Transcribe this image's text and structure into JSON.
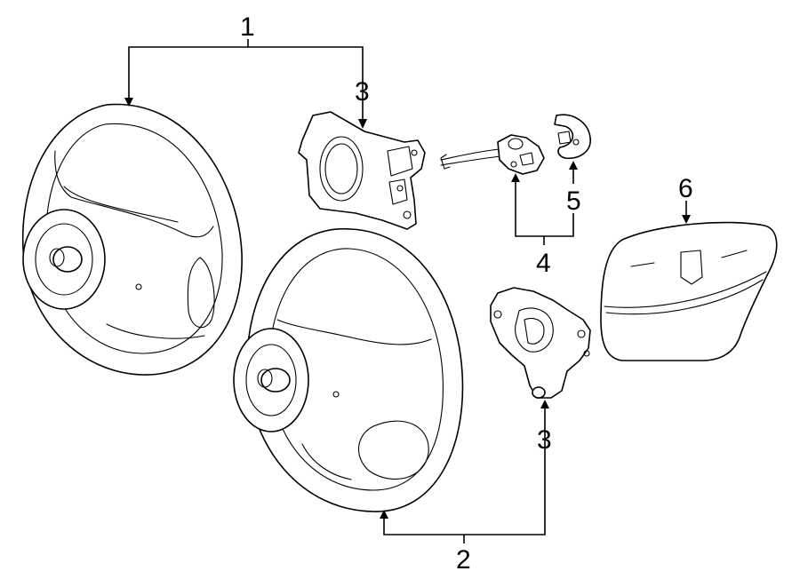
{
  "callouts": {
    "c1": "1",
    "c2": "2",
    "c3_top": "3",
    "c3_bottom": "3",
    "c4": "4",
    "c5": "5",
    "c6": "6"
  },
  "colors": {
    "line": "#000000",
    "background": "#ffffff"
  }
}
